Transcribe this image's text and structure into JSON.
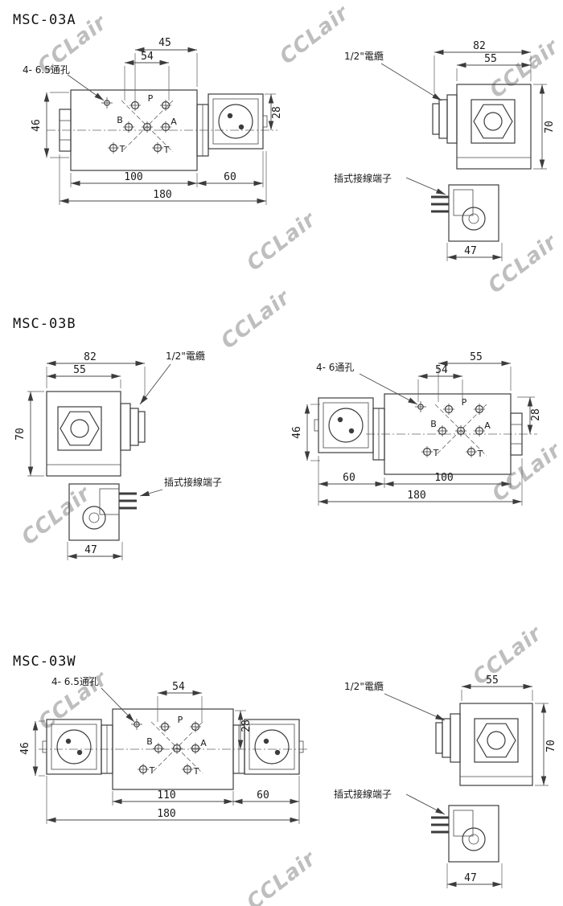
{
  "watermark": "CCLair",
  "labels": {
    "cable": "1/2\"電纜",
    "terminal": "插式接線端子"
  },
  "ports": {
    "p": "P",
    "a": "A",
    "b": "B",
    "t": "T"
  },
  "sections": {
    "msc03a": {
      "title": "MSC-03A",
      "holes": "4- 6.5通孔",
      "top": {
        "d45": "45",
        "d54": "54",
        "d28": "28",
        "d46": "46",
        "d100": "100",
        "d60": "60",
        "d180": "180"
      },
      "side": {
        "d82": "82",
        "d55": "55",
        "d70": "70",
        "d47": "47"
      }
    },
    "msc03b": {
      "title": "MSC-03B",
      "holes": "4- 6通孔",
      "top": {
        "d55": "55",
        "d54": "54",
        "d28": "28",
        "d46": "46",
        "d60": "60",
        "d100": "100",
        "d180": "180"
      },
      "side": {
        "d82": "82",
        "d55": "55",
        "d70": "70",
        "d47": "47"
      }
    },
    "msc03w": {
      "title": "MSC-03W",
      "holes": "4- 6.5通孔",
      "top": {
        "d54": "54",
        "d28": "28",
        "d46": "46",
        "d110": "110",
        "d60": "60",
        "d180": "180"
      },
      "side": {
        "d55": "55",
        "d70": "70",
        "d47": "47"
      }
    }
  }
}
